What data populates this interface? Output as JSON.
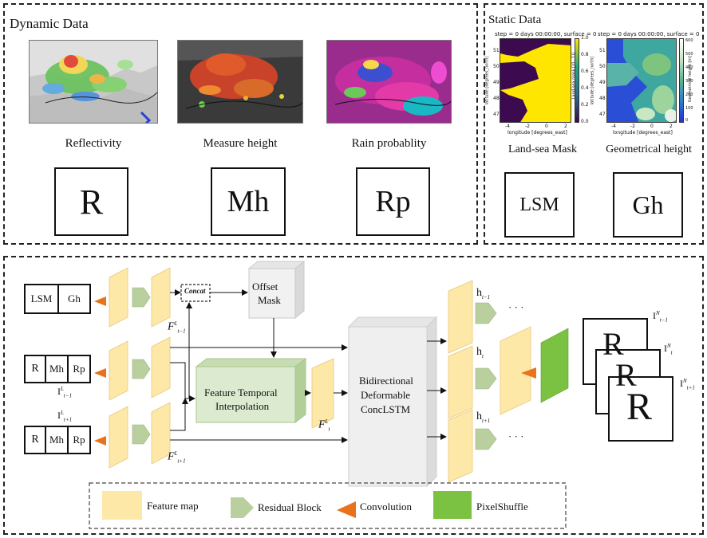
{
  "dynamic": {
    "title": "Dynamic Data",
    "items": [
      {
        "caption": "Reflectivity",
        "symbol": "R"
      },
      {
        "caption": "Measure height",
        "symbol": "Mh"
      },
      {
        "caption": "Rain probablity",
        "symbol": "Rp"
      }
    ]
  },
  "static": {
    "title": "Static Data",
    "items": [
      {
        "caption": "Land-sea Mask",
        "symbol": "LSM",
        "plot_title": "step = 0 days 00:00:00, surface = 0",
        "xlabel": "longitude [degrees_east]",
        "ylabel": "latitude [degrees_north]",
        "cbar_label": "Land-sea mask [(0 - 1)]",
        "xticks": [
          "-4",
          "-2",
          "0",
          "2"
        ],
        "yticks": [
          "51",
          "50",
          "49",
          "48",
          "47"
        ],
        "cbar_ticks": [
          "1.0",
          "0.8",
          "0.6",
          "0.4",
          "0.2",
          "0.0"
        ]
      },
      {
        "caption": "Geometrical height",
        "symbol": "Gh",
        "plot_title": "step = 0 days 00:00:00, surface = 0",
        "xlabel": "longitude [degrees_east]",
        "ylabel": "latitude [degrees_north]",
        "cbar_label": "Geometrical height [m]",
        "xticks": [
          "-4",
          "-2",
          "0",
          "2"
        ],
        "yticks": [
          "51",
          "50",
          "49",
          "48",
          "47"
        ],
        "cbar_ticks": [
          "600",
          "500",
          "400",
          "300",
          "200",
          "100",
          "0"
        ]
      }
    ]
  },
  "network": {
    "inputs": {
      "static_cells": [
        "LSM",
        "Gh"
      ],
      "dynamic_cells": [
        "R",
        "Mh",
        "Rp"
      ],
      "time_prev": "I",
      "time_prev_sup": "L",
      "time_prev_sub": "t−1",
      "time_next": "I",
      "time_next_sup": "L",
      "time_next_sub": "t+1"
    },
    "concat": "Concat",
    "offset_mask": [
      "Offset",
      "Mask"
    ],
    "feature_interp": [
      "Feature Temporal",
      "Interpolation"
    ],
    "bdc": [
      "Bidirectional",
      "Deformable",
      "ConcLSTM"
    ],
    "f_prev": {
      "base": "F",
      "sup": "L",
      "sub": "t−1"
    },
    "f_t": {
      "base": "F",
      "sup": "L",
      "sub": "t"
    },
    "f_next": {
      "base": "F",
      "sup": "L",
      "sub": "t+1"
    },
    "h_prev": {
      "base": "h",
      "sub": "t−1"
    },
    "h_t": {
      "base": "h",
      "sub": "t"
    },
    "h_next": {
      "base": "h",
      "sub": "t+1"
    },
    "dots": "· · ·",
    "outputs": {
      "symbol": "R",
      "labels": [
        {
          "base": "I",
          "sup": "N",
          "sub": "t−1"
        },
        {
          "base": "I",
          "sup": "N",
          "sub": "t"
        },
        {
          "base": "I",
          "sup": "N",
          "sub": "t+1"
        }
      ]
    }
  },
  "legend": [
    {
      "label": "Feature map",
      "color": "#fde8a8"
    },
    {
      "label": "Residual Block",
      "color": "#b9cf9e"
    },
    {
      "label": "Convolution",
      "color": "#e8731c"
    },
    {
      "label": "PixelShuffle",
      "color": "#7cc242"
    }
  ]
}
